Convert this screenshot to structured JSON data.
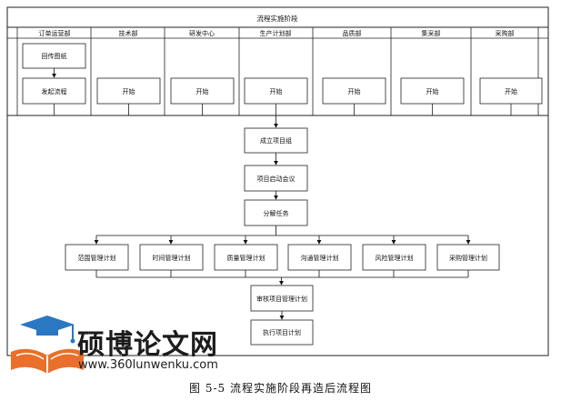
{
  "diagram": {
    "stage_title": "流程实施阶段",
    "departments": [
      "订单运营部",
      "技术部",
      "研发中心",
      "生产计划部",
      "品质部",
      "集采部",
      "采购部"
    ],
    "order_dept_steps": [
      "回传图纸",
      "发起流程"
    ],
    "start_label": "开始",
    "main_flow": [
      "成立项目组",
      "项目启动会议",
      "分解任务"
    ],
    "plans": [
      "范围管理计划",
      "时间管理计划",
      "质量管理计划",
      "沟通管理计划",
      "风险管理计划",
      "采购管理计划"
    ],
    "final_steps": [
      "审核项目管理计划",
      "执行项目计划"
    ]
  },
  "caption": "图  5-5 流程实施阶段再造后流程图",
  "watermark": {
    "title": "硕博论文网",
    "url": "www.360lunwenku.com",
    "colors": {
      "blue": "#2a78c2",
      "orange": "#e8702a"
    }
  }
}
